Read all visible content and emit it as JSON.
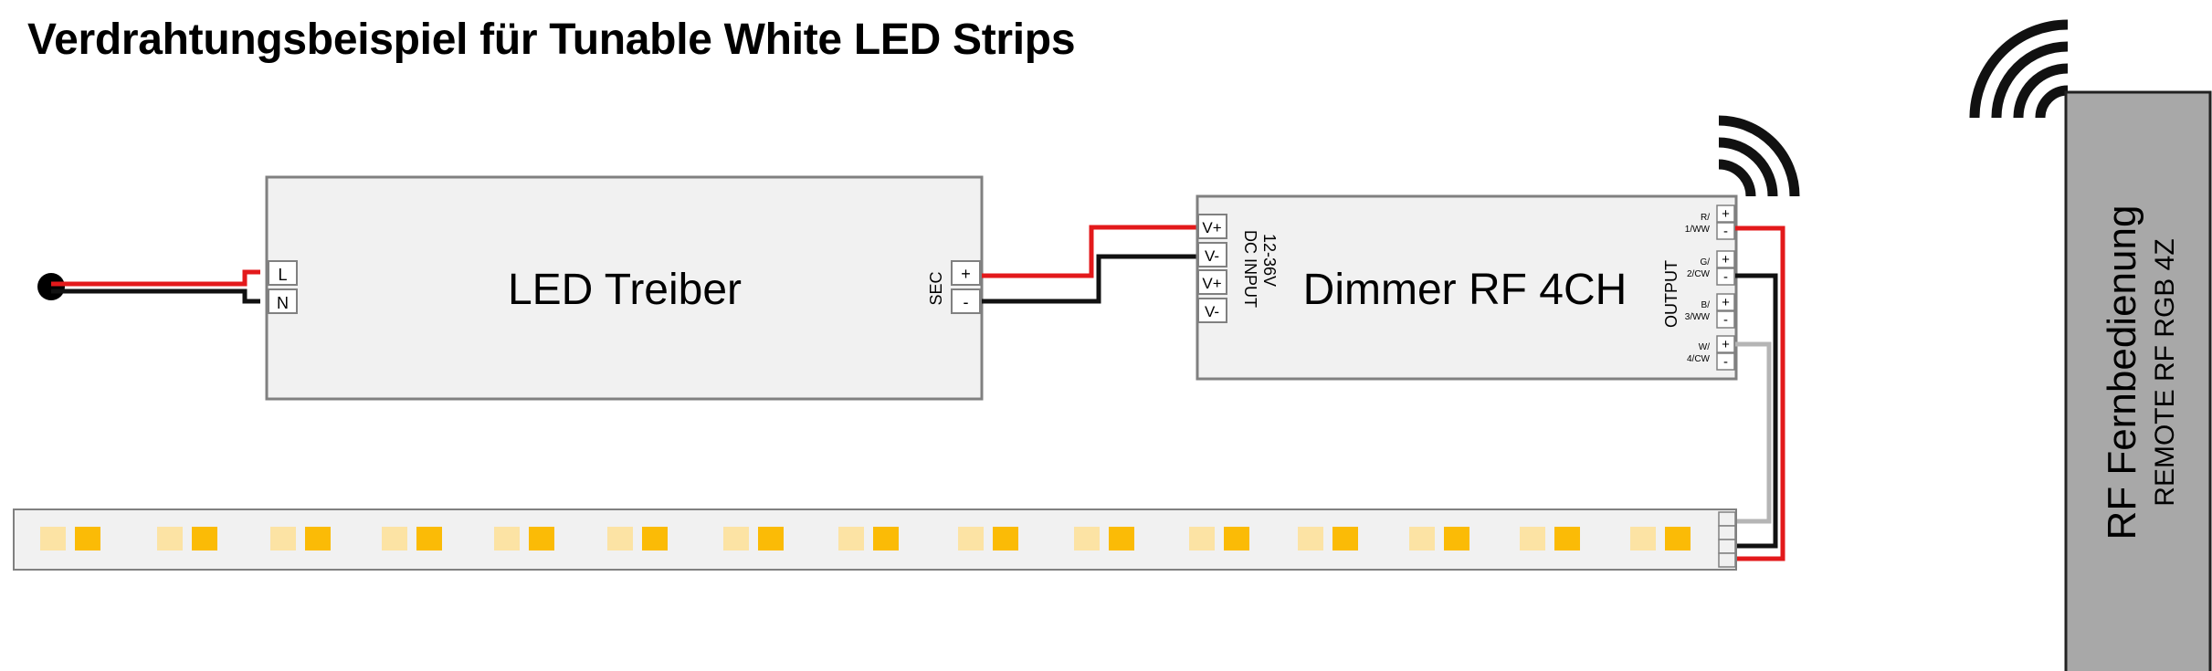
{
  "title": "Verdrahtungsbeispiel für Tunable White LED Strips",
  "driver": {
    "label": "LED Treiber",
    "input_terminals": [
      "L",
      "N"
    ],
    "output_label": "SEC",
    "output_terminals": [
      "+",
      "-"
    ]
  },
  "dimmer": {
    "label": "Dimmer RF 4CH",
    "input_label_1": "12-36V",
    "input_label_2": "DC INPUT",
    "input_terminals": [
      "V+",
      "V-",
      "V+",
      "V-"
    ],
    "output_label": "OUTPUT",
    "channels": [
      {
        "line1": "R/",
        "line2": "1/WW"
      },
      {
        "line1": "G/",
        "line2": "2/CW"
      },
      {
        "line1": "B/",
        "line2": "3/WW"
      },
      {
        "line1": "W/",
        "line2": "4/CW"
      }
    ],
    "channel_terminals": [
      "+",
      "-"
    ]
  },
  "remote": {
    "title": "RF Fernbedienung",
    "subtitle": "REMOTE RF RGB 4Z"
  },
  "colors": {
    "wire_positive": "#e3191b",
    "wire_negative": "#111111",
    "wire_cold_white": "#b5b5b5",
    "box_fill": "#f1f1f1",
    "box_stroke": "#808080",
    "remote_fill": "#a8a8a8",
    "led_warm": "#fce3a4",
    "led_cold": "#fbbb06"
  },
  "icons": [
    "plug-dot-icon",
    "signal-waves-icon"
  ]
}
